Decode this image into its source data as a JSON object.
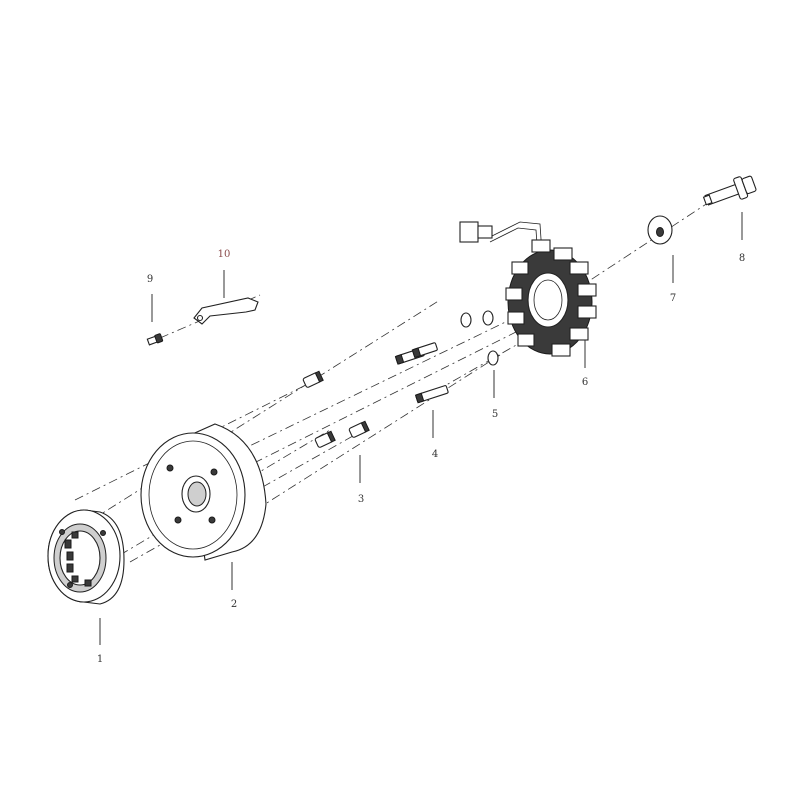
{
  "callouts": [
    {
      "id": "c1",
      "label": "1"
    },
    {
      "id": "c2",
      "label": "2"
    },
    {
      "id": "c3",
      "label": "3"
    },
    {
      "id": "c4",
      "label": "4"
    },
    {
      "id": "c5",
      "label": "5"
    },
    {
      "id": "c6",
      "label": "6"
    },
    {
      "id": "c7",
      "label": "7"
    },
    {
      "id": "c8",
      "label": "8"
    },
    {
      "id": "c9",
      "label": "9"
    },
    {
      "id": "c10",
      "label": "10"
    }
  ],
  "colors": {
    "line": "#222222",
    "fill_dark": "#3a3a3a",
    "label": "#333333",
    "label_10": "#8a4a4a"
  }
}
